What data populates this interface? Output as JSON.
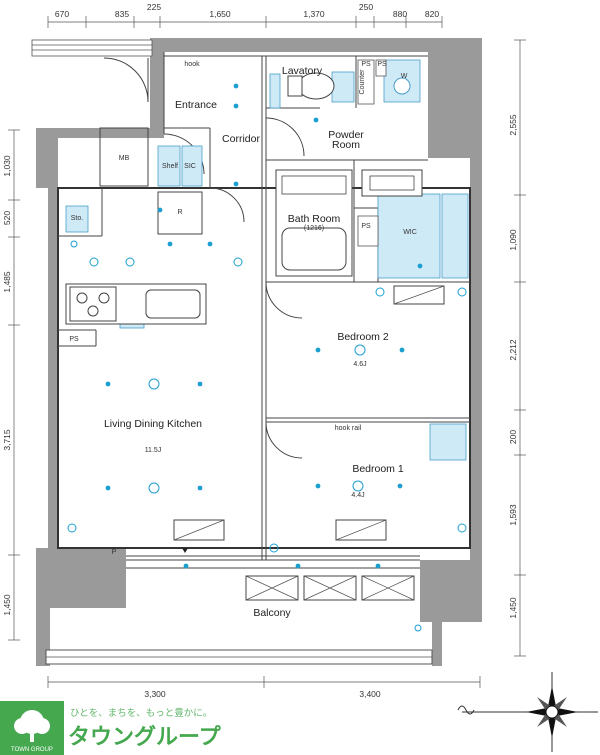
{
  "dimensions": {
    "top": [
      "670",
      "835",
      "225",
      "1,650",
      "1,370",
      "250",
      "880",
      "820"
    ],
    "left": [
      "1,030",
      "520",
      "1,485",
      "3,715",
      "1,450"
    ],
    "right": [
      "2,555",
      "1,090",
      "2,212",
      "200",
      "1,593",
      "1,450"
    ],
    "bottom": [
      "3,300",
      "3,400"
    ]
  },
  "rooms": {
    "hook": "hook",
    "entrance": "Entrance",
    "lavatory": "Lavatory",
    "ps": "PS",
    "w": "W",
    "counter": "Counter",
    "corridor": "Corridor",
    "powder_room_line1": "Powder",
    "powder_room_line2": "Room",
    "mb": "MB",
    "shelf": "Shelf",
    "sic": "SIC",
    "r": "R",
    "bath_room": "Bath Room",
    "bath_size": "(1216)",
    "wic": "WIC",
    "sto": "Sto.",
    "bedroom2": "Bedroom 2",
    "bedroom2_size": "4.6J",
    "ldk": "Living Dining Kitchen",
    "ldk_size": "11.5J",
    "hook_rail": "hook rail",
    "bedroom1": "Bedroom 1",
    "bedroom1_size": "4.4J",
    "p": "P",
    "balcony": "Balcony"
  },
  "logo": {
    "tagline": "ひとを、まちを、もっと豊かに。",
    "brand": "タウングループ",
    "sub": "TOWN GROUP"
  },
  "colors": {
    "fixture_fill": "#cfeaf7",
    "fixture_stroke": "#4a9dc9",
    "lamp": "#1d9fd1",
    "wall": "#9a9a9a",
    "logo_green": "#45a84f"
  },
  "icons": [
    "compass-icon",
    "tree-logo-icon",
    "stove-icon",
    "sink-icon",
    "toilet-icon",
    "washer-icon",
    "bathtub-icon"
  ]
}
